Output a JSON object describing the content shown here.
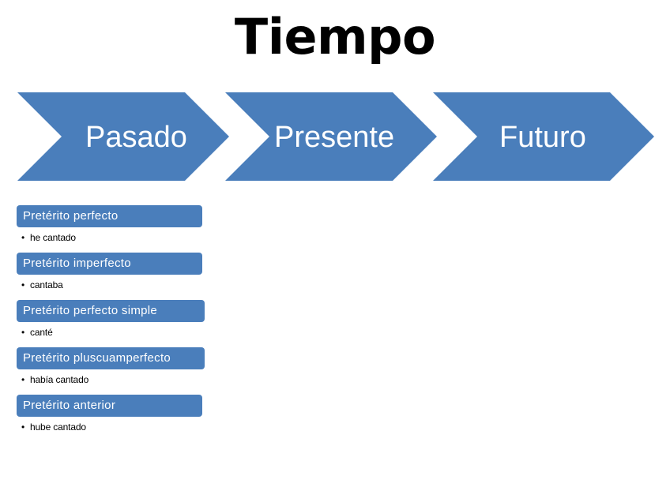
{
  "slide": {
    "title": "Tiempo",
    "background_color": "#ffffff",
    "accent_color": "#4a7ebb",
    "text_on_accent_color": "#ffffff"
  },
  "process": {
    "steps": [
      {
        "label": "Pasado"
      },
      {
        "label": "Presente"
      },
      {
        "label": "Futuro"
      }
    ]
  },
  "tenses": {
    "items": [
      {
        "name": "Pretérito perfecto",
        "bullet": "•",
        "example": "he cantado"
      },
      {
        "name": "Pretérito imperfecto",
        "bullet": "•",
        "example": "cantaba"
      },
      {
        "name": "Pretérito perfecto simple",
        "bullet": "•",
        "example": "canté"
      },
      {
        "name": "Pretérito pluscuamperfecto",
        "bullet": "•",
        "example": "había cantado"
      },
      {
        "name": "Pretérito anterior",
        "bullet": "•",
        "example": "hube cantado"
      }
    ]
  }
}
